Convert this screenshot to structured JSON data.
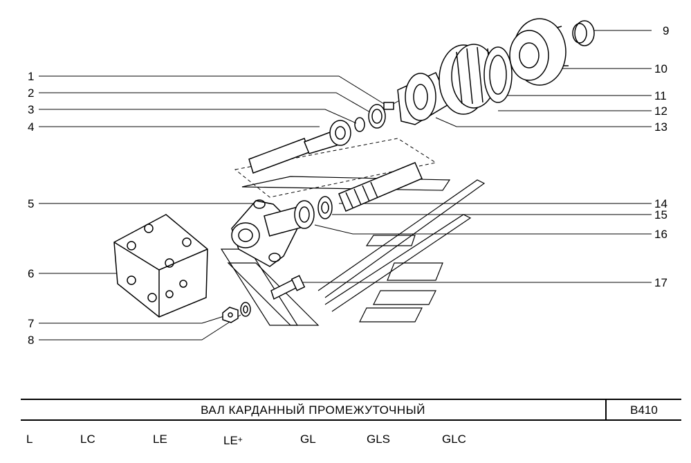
{
  "page": {
    "title": "ВАЛ  КАРДАННЫЙ  ПРОМЕЖУТОЧНЫЙ",
    "code": "B410"
  },
  "callouts_left": [
    "1",
    "2",
    "3",
    "4",
    "5",
    "6",
    "7",
    "8"
  ],
  "callouts_right": [
    "9",
    "10",
    "11",
    "12",
    "13",
    "14",
    "15",
    "16",
    "17"
  ],
  "variants": [
    "L",
    "LC",
    "LE",
    "LE",
    "GL",
    "GLS",
    "GLC"
  ],
  "variant_suffix": "+"
}
